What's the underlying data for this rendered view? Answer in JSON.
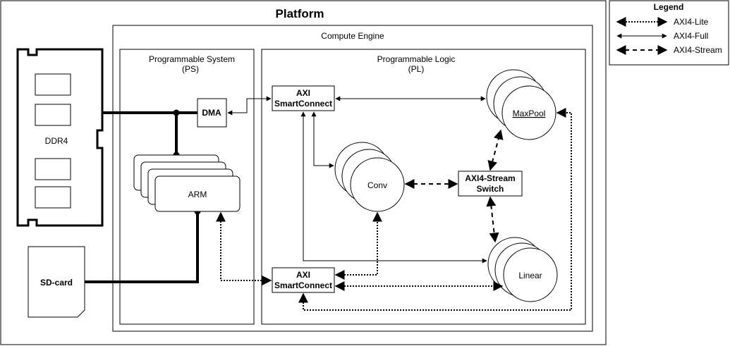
{
  "platform": {
    "title": "Platform"
  },
  "compute_engine": {
    "title": "Compute Engine"
  },
  "ps": {
    "title": "Programmable System",
    "subtitle": "(PS)"
  },
  "pl": {
    "title": "Programmable Logic",
    "subtitle": "(PL)"
  },
  "ddr4": {
    "label": "DDR4"
  },
  "sdcard": {
    "label": "SD-card"
  },
  "dma": {
    "label": "DMA"
  },
  "arm": {
    "label": "ARM"
  },
  "axi_top": {
    "line1": "AXI",
    "line2": "SmartConnect"
  },
  "axi_bottom": {
    "line1": "AXI",
    "line2": "SmartConnect"
  },
  "switch": {
    "line1": "AXI4-Stream",
    "line2": "Switch"
  },
  "maxpool": {
    "label": "MaxPool"
  },
  "conv": {
    "label": "Conv"
  },
  "linear": {
    "label": "Linear"
  },
  "legend": {
    "title": "Legend",
    "items": [
      {
        "label": "AXI4-Lite",
        "style": "dotted"
      },
      {
        "label": "AXI4-Full",
        "style": "solid"
      },
      {
        "label": "AXI4-Stream",
        "style": "dashed"
      }
    ]
  }
}
